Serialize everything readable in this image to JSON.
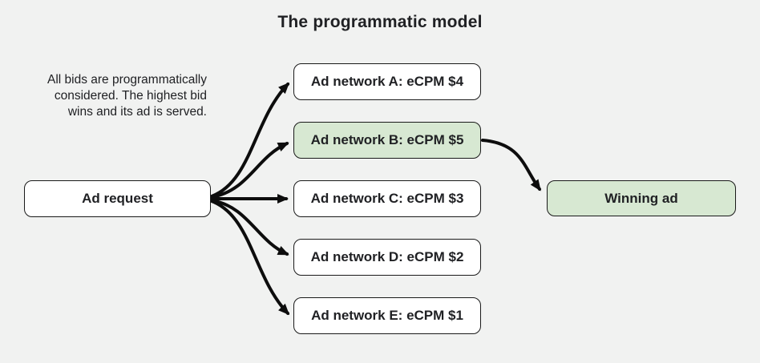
{
  "title": "The programmatic model",
  "note": {
    "lines": [
      "All bids are programmatically",
      "considered. The highest bid",
      "wins and its ad is served."
    ]
  },
  "nodes": {
    "request": {
      "label": "Ad request",
      "highlighted": false
    },
    "networks": [
      {
        "label": "Ad network A: eCPM $4",
        "highlighted": false
      },
      {
        "label": "Ad network B: eCPM $5",
        "highlighted": true
      },
      {
        "label": "Ad network C: eCPM $3",
        "highlighted": false
      },
      {
        "label": "Ad network D: eCPM $2",
        "highlighted": false
      },
      {
        "label": "Ad network E: eCPM $1",
        "highlighted": false
      }
    ],
    "winning": {
      "label": "Winning ad",
      "highlighted": true
    }
  },
  "colors": {
    "background": "#f1f2f1",
    "box_fill": "#ffffff",
    "highlight_fill": "#d7e8d2",
    "border": "#1a1a1a",
    "arrow": "#0d0d0d",
    "text": "#202124"
  }
}
